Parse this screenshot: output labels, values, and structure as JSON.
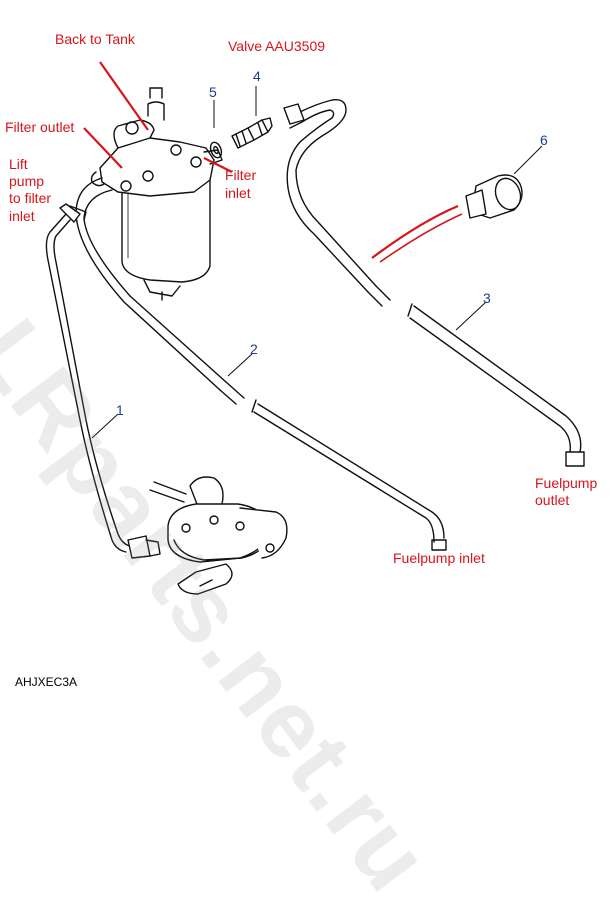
{
  "labels": {
    "back_to_tank": "Back to Tank",
    "valve": "Valve AAU3509",
    "filter_outlet": "Filter outlet",
    "lift_pump": [
      "Lift",
      "pump",
      "to filter",
      "inlet"
    ],
    "filter_inlet": [
      "Filter",
      "inlet"
    ],
    "fuelpump_outlet": [
      "Fuelpump",
      "outlet"
    ],
    "fuelpump_inlet": "Fuelpump inlet"
  },
  "callouts": [
    "1",
    "2",
    "3",
    "4",
    "5",
    "6"
  ],
  "figure_code": "AHJXEC3A",
  "watermark": "LRparts.net.ru",
  "colors": {
    "annotation": "#d8141c",
    "callout": "#1f3d8c",
    "line": "#111111"
  }
}
